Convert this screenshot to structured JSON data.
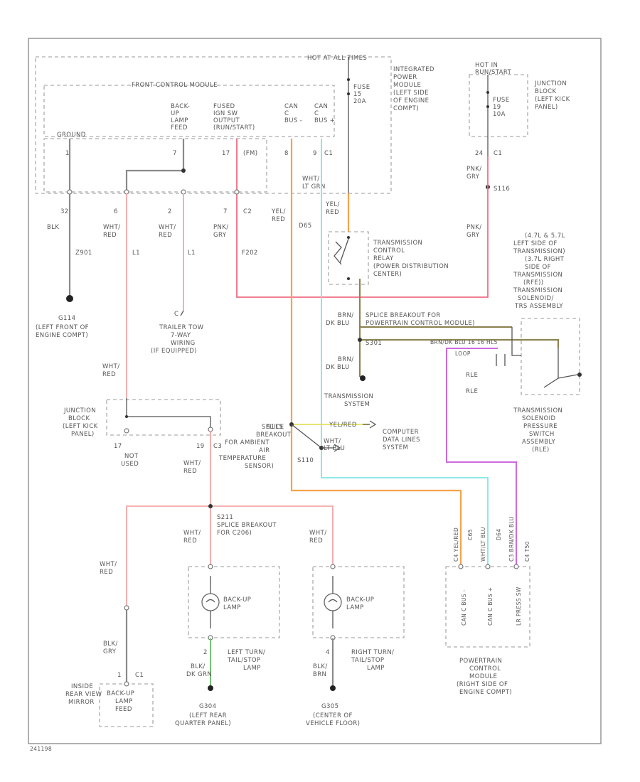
{
  "labels": {
    "hot_at_all_times": "HOT AT ALL TIMES",
    "front_control_module": "FRONT CONTROL MODULE",
    "integrated_module": [
      "INTEGRATED",
      "POWER",
      "MODULE",
      "(LEFT SIDE",
      "OF ENGINE",
      "COMPT)"
    ],
    "hot_in_run_start": "HOT IN",
    "hot_in_run_start2": "RUN/START",
    "fuse_15": [
      "FUSE",
      "15",
      "20A"
    ],
    "fuse_19": [
      "FUSE",
      "19",
      "10A"
    ],
    "junction_block_top": [
      "JUNCTION",
      "BLOCK",
      "(LEFT KICK",
      "PANEL)"
    ],
    "ground_pin": "GROUND",
    "backup_lamp_feed": [
      "BACK-",
      "UP",
      "LAMP",
      "FEED"
    ],
    "fused_ign_output": [
      "FUSED",
      "IGN SW",
      "OUTPUT",
      "(RUN/START)"
    ],
    "can_c_bus_1": [
      "CAN",
      "C",
      "BUS -"
    ],
    "can_c_bus_2": [
      "CAN",
      "C",
      "BUS +"
    ],
    "pin_1": "1",
    "pin_7": "7",
    "pin_17": "17",
    "pin_c1_fcm": "(FM)",
    "pin_8": "8",
    "pin_9": "9",
    "pin_c1": "C1",
    "wire_wht_lt_grn": [
      "WHT/",
      "LT GRN"
    ],
    "pin_24": "24",
    "pin_c1_jb": "C1",
    "pnk_gry_top": [
      "PNK/",
      "GRY"
    ],
    "splice_s116": "S116",
    "pin_32": "32",
    "pin_6": "6",
    "pin_2": "2",
    "pin_7b": "7",
    "pin_c2": "C2",
    "blk": "BLK",
    "wht_red_1": [
      "WHT/",
      "RED"
    ],
    "wht_red_2": [
      "WHT/",
      "RED"
    ],
    "pnk_gry_mid": [
      "PNK/",
      "GRY"
    ],
    "yel_red_1": [
      "YEL/",
      "RED"
    ],
    "yel_red_2": [
      "YEL/",
      "RED"
    ],
    "circuit_z901": "Z901",
    "circuit_l1a": "L1",
    "circuit_l1b": "L1",
    "circuit_f202": "F202",
    "circuit_d65": "D65",
    "pnk_gry_right": [
      "PNK/",
      "GRY"
    ],
    "trans_relay": [
      "TRANSMISSION",
      "CONTROL",
      "RELAY",
      "(POWER DISTRIBUTION",
      "CENTER)"
    ],
    "trans_solenoid_loc": [
      "(4.7L & 5.7L",
      "LEFT SIDE OF",
      "TRANSMISSION)",
      "(3.7L RIGHT",
      "SIDE OF",
      "TRANSMISSION",
      "(RFE))",
      "TRANSMISSION",
      "SOLENOID/",
      "TRS ASSEMBLY"
    ],
    "g114": "G114",
    "g114_loc": [
      "(LEFT FRONT OF",
      "ENGINE COMPT)"
    ],
    "trailer_tow": [
      "TRAILER TOW",
      "7-WAY",
      "WIRING",
      "(IF EQUIPPED)"
    ],
    "pin_c_trailer": "C",
    "brn_dk_blu_1": [
      "BRN/",
      "DK BLU"
    ],
    "splice_breakout_pcm": [
      "SPLICE BREAKOUT FOR",
      "POWERTRAIN CONTROL MODULE)"
    ],
    "splice_sxxx": "S301",
    "brn_dk_blu_right": "BRN/DK BLU  16  16  HL5",
    "loop_label": "LOOP",
    "brn_dk_blu_2": [
      "BRN/",
      "DK BLU"
    ],
    "wire_wht_mid": [
      "WHT/",
      "RED"
    ],
    "trans_system": [
      "TRANSMISSION",
      "SYSTEM"
    ],
    "trans_pressure_switch": [
      "TRANSMISSION",
      "SOLENOID",
      "PRESSURE",
      "SWITCH",
      "ASSEMBLY",
      "(RLE)"
    ],
    "rle": "RLE",
    "wht_red_jb": [
      "WHT/",
      "RED"
    ],
    "junction_block_mid": [
      "JUNCTION",
      "BLOCK",
      "(LEFT KICK",
      "PANEL)"
    ],
    "pin_17b": "17",
    "not_used": [
      "NOT",
      "USED"
    ],
    "pin_19": "19",
    "pin_c3": "C3",
    "s115": "S115",
    "yel_red_mid": "YEL/RED",
    "wht_lt_blu": [
      "WHT/",
      "LT BLU"
    ],
    "computer_data": [
      "COMPUTER",
      "DATA LINES",
      "SYSTEM"
    ],
    "splice_breakout_ambient": [
      "SPLICE",
      "BREAKOUT",
      "FOR AMBIENT",
      "AIR",
      "TEMPERATURE",
      "SENSOR)"
    ],
    "s110": "S110",
    "wht_red_below_jb": [
      "WHT/",
      "RED"
    ],
    "s211": "S211",
    "splice_breakout_c": [
      "SPLICE BREAKOUT",
      "FOR C206)"
    ],
    "wht_red_3": [
      "WHT/",
      "RED"
    ],
    "wht_red_4": [
      "WHT/",
      "RED"
    ],
    "wht_red_5": [
      "WHT/",
      "RED"
    ],
    "pin_a": "1",
    "backup_lamp_l": [
      "BACK-UP",
      "LAMP"
    ],
    "backup_lamp_r": [
      "BACK-UP",
      "LAMP"
    ],
    "left_turn": [
      "LEFT TURN/",
      "TAIL/STOP",
      "LAMP"
    ],
    "right_turn": [
      "RIGHT TURN/",
      "TAIL/STOP",
      "LAMP"
    ],
    "pin_2l": "2",
    "pin_4r": "4",
    "blk_dk_grn": [
      "BLK/",
      "DK GRN"
    ],
    "blk_brn": [
      "BLK/",
      "BRN"
    ],
    "blk_gry": [
      "BLK/",
      "GRY"
    ],
    "g304": "G304",
    "g304_loc": [
      "(LEFT REAR",
      "QUARTER PANEL)"
    ],
    "g305": "G305",
    "g305_loc": [
      "(CENTER OF",
      "VEHICLE FLOOR)"
    ],
    "inside_mirror": [
      "INSIDE",
      "REAR VIEW",
      "MIRROR"
    ],
    "mirror_box": [
      "BACK-UP",
      "LAMP",
      "FEED"
    ],
    "pin_m1": "1",
    "pin_m2": "C1",
    "pcm_labels": [
      "CAN C BUS -",
      "CAN C BUS +",
      "LR PRESS SW"
    ],
    "pcm_pin_labels": [
      "C4 YEL/RED",
      "WHT/LT BLU",
      "C3 BRN/DK BLU"
    ],
    "pcm_wire_codes": [
      "C65",
      "D64",
      "C4 T50"
    ],
    "pcm": [
      "POWERTRAIN",
      "CONTROL",
      "MODULE",
      "(RIGHT SIDE OF",
      "ENGINE COMPT)"
    ],
    "footer_code": "241198"
  }
}
